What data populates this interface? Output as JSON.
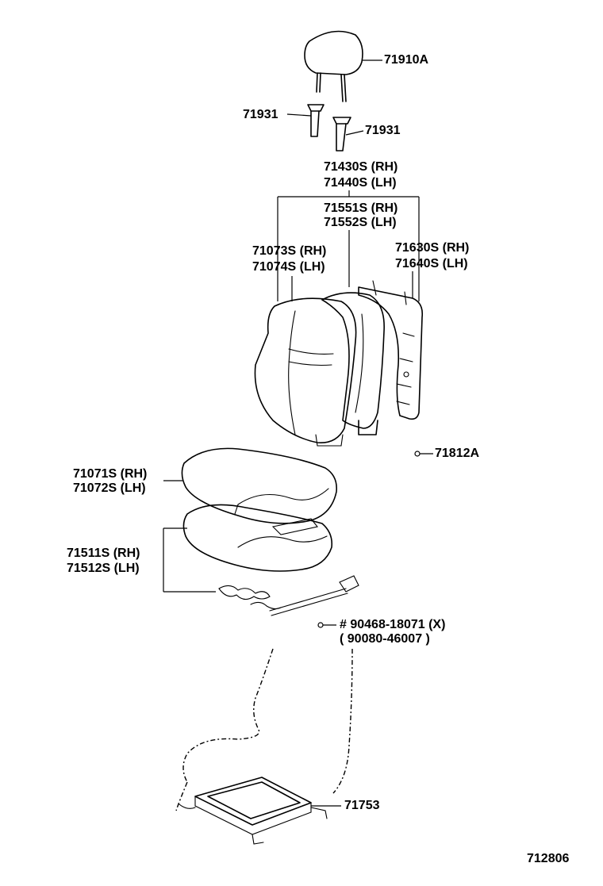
{
  "labels": {
    "headrest": "71910A",
    "support_left": "71931",
    "support_right": "71931",
    "back_frame_rh": "71430S (RH)",
    "back_frame_lh": "71440S (LH)",
    "back_pad_rh": "71551S (RH)",
    "back_pad_lh": "71552S (LH)",
    "back_cover_rh": "71073S (RH)",
    "back_cover_lh": "71074S (LH)",
    "back_board_rh": "71630S (RH)",
    "back_board_lh": "71640S (LH)",
    "hog_ring_back": "71812A",
    "cushion_cover_rh": "71071S (RH)",
    "cushion_cover_lh": "71072S (LH)",
    "cushion_pad_rh": "71511S (RH)",
    "cushion_pad_lh": "71512S (LH)",
    "bolt": "# 90468-18071 (X)",
    "bolt_alt": "( 90080-46007 )",
    "cushion_frame": "71753",
    "diagram_number": "712806"
  }
}
